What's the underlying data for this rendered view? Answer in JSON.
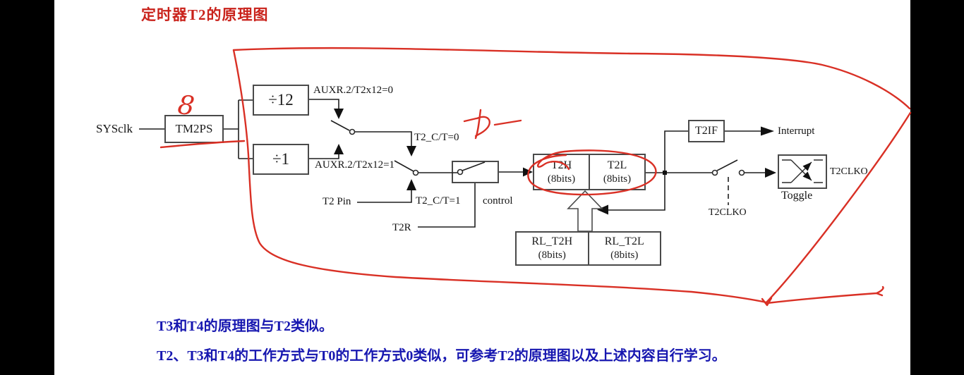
{
  "title": "定时器T2的原理图",
  "notes": {
    "line1": "T3和T4的原理图与T2类似。",
    "line2": "T2、T3和T4的工作方式与T0的工作方式0类似，可参考T2的原理图以及上述内容自行学习。"
  },
  "colors": {
    "title_red": "#c9221b",
    "annotation_red": "#d93025",
    "note_blue": "#1717b0",
    "diagram_line": "#1f1f1f",
    "letterbox_black": "#000000"
  },
  "diagram": {
    "labels": {
      "sysclk": "SYSclk",
      "tm2ps": "TM2PS",
      "div12": "÷12",
      "div1": "÷1",
      "auxr_0": "AUXR.2/T2x12=0",
      "auxr_1": "AUXR.2/T2x12=1",
      "t2ct_0": "T2_C/T=0",
      "t2ct_1": "T2_C/T=1",
      "t2pin": "T2 Pin",
      "t2r": "T2R",
      "control": "control",
      "t2h": "T2H",
      "t2l": "T2L",
      "bits8": "(8bits)",
      "rl_t2h": "RL_T2H",
      "rl_t2l": "RL_T2L",
      "t2if": "T2IF",
      "interrupt": "Interrupt",
      "t2clko_ctrl": "T2CLKO",
      "toggle": "Toggle",
      "t2clko_out": "T2CLKO"
    },
    "annotations": {
      "handwritten_eight": "8"
    }
  }
}
